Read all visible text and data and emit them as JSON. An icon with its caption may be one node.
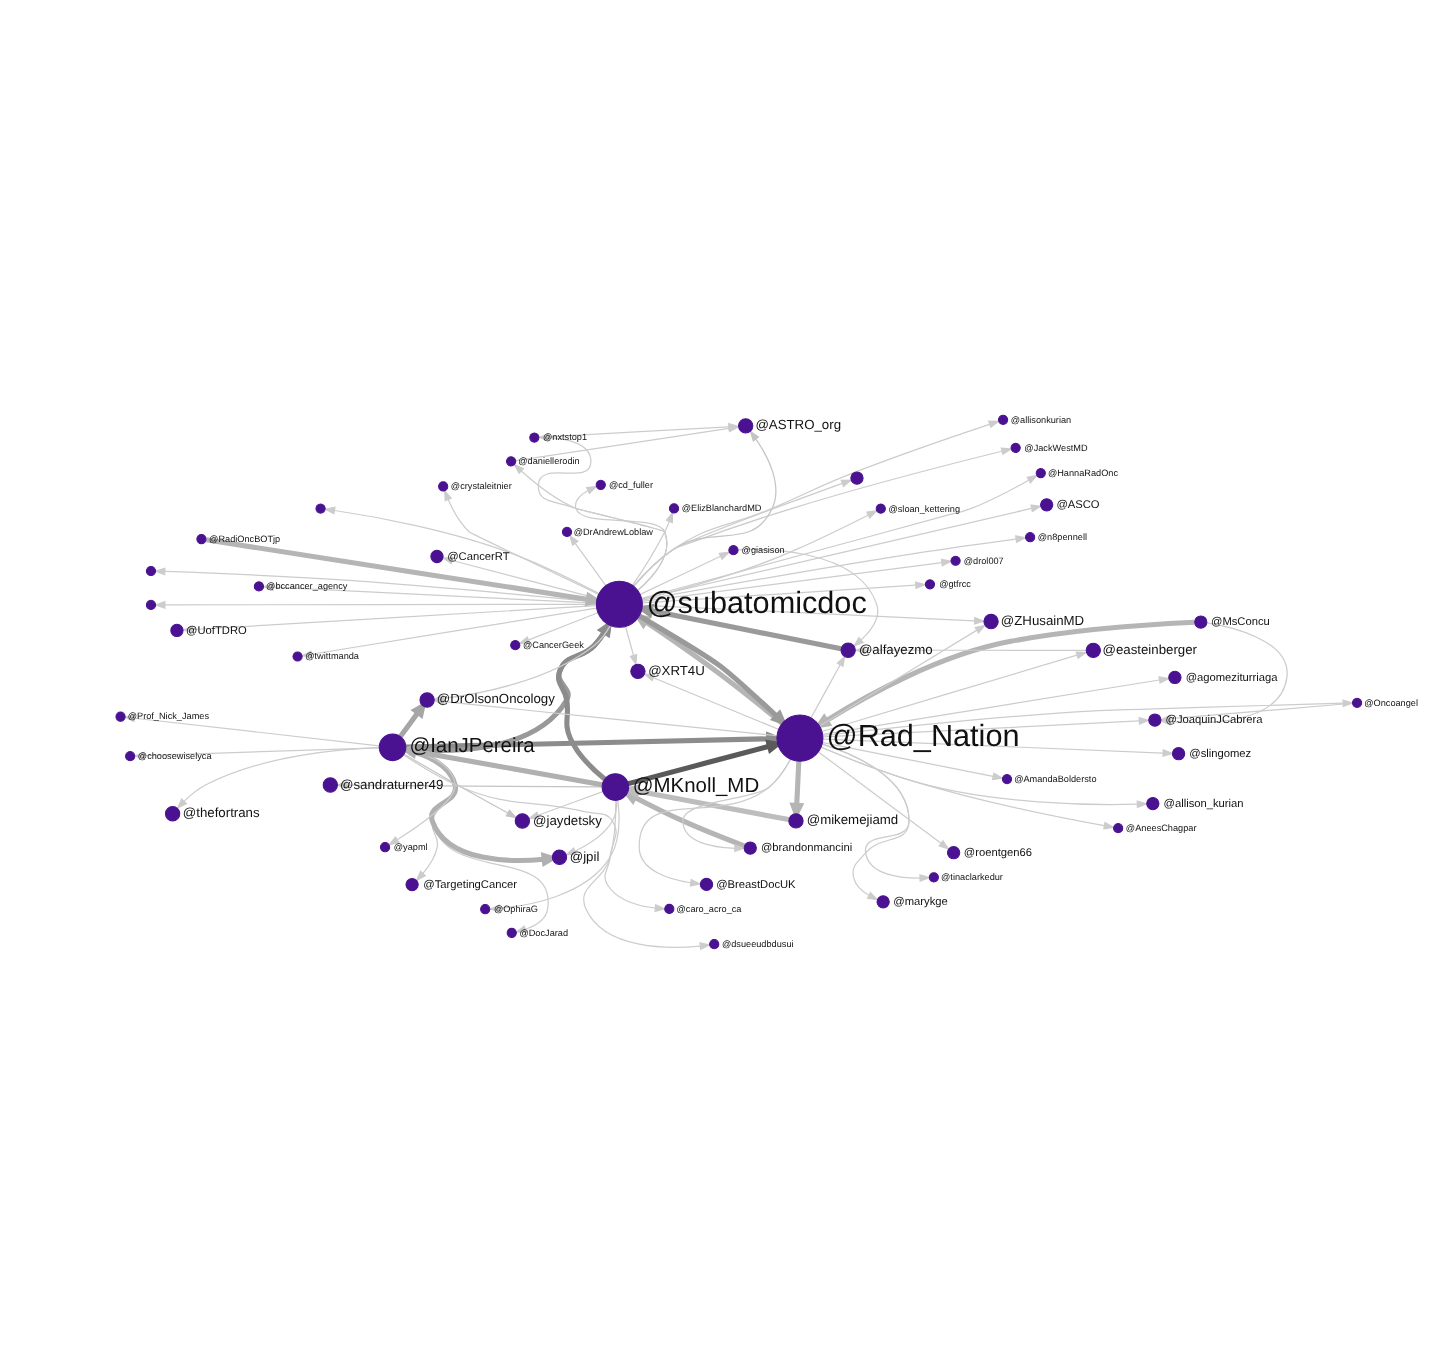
{
  "diagram": {
    "nodes": [
      {
        "text": [
          "@sandraturner49"
        ]
      },
      {
        "text": [
          "@DocJarad"
        ]
      },
      {
        "text": [
          "@TargetingCancer"
        ]
      },
      {
        "text": [
          "@jaydetsky"
        ]
      },
      {
        "text": [
          "@AneesChagpar"
        ]
      },
      {
        "text": [
          "@thefortrans"
        ]
      },
      {
        "text": [
          "@OphiraG"
        ]
      },
      {
        "text": [
          "@jpil"
        ]
      },
      {
        "text": [
          "@yapml"
        ]
      },
      {
        "text": [
          "@IanJPereira"
        ]
      },
      {
        "text": [
          "@brandonmancini"
        ]
      },
      {
        "text": [
          "@choosewiselyca"
        ]
      },
      {
        "text": [
          "@slingomez"
        ]
      },
      {
        "text": [
          "@caro_acro_ca"
        ]
      },
      {
        "text": [
          "@MKnoll_MD"
        ]
      },
      {
        "text": [
          "@mikemejiamd"
        ]
      },
      {
        "text": [
          "@dsueeudbdusui"
        ]
      },
      {
        "text": [
          "@Prof_Nick_James"
        ]
      },
      {
        "text": [
          "@BreastDocUK"
        ]
      },
      {
        "text": [
          "@DrOlsonOncology"
        ]
      },
      {
        "text": [
          "@bccancer_agency"
        ]
      },
      {
        "text": [
          "@tinaclarkedur"
        ]
      },
      {
        "text": [],
        "shape": "circle"
      },
      {
        "text": [
          "@ZHusainMD"
        ]
      },
      {
        "text": [
          "@XRT4U"
        ]
      },
      {
        "text": [
          "@CancerGeek"
        ]
      },
      {
        "text": [
          "@MsConcu"
        ]
      },
      {
        "text": [
          "@Rad_Nation"
        ]
      },
      {
        "text": [
          "@twittmanda"
        ]
      },
      {
        "text": [
          "@n8pennell"
        ]
      },
      {
        "text": [
          "@ElizBlanchardMD"
        ]
      },
      {
        "text": [
          "@AmandaBoldersto"
        ]
      },
      {
        "text": [
          "@UofTDRO"
        ]
      },
      {
        "text": [
          "@DrAndrewLoblaw"
        ]
      },
      {
        "text": [
          "@JackWestMD"
        ]
      },
      {
        "text": [
          "@gtfrcc"
        ]
      },
      {
        "text": [
          "@Oncoangel"
        ]
      },
      {
        "text": [
          "@subatomicdoc"
        ]
      },
      {
        "text": [
          "@JoaquinJCabrera"
        ]
      },
      {
        "text": [
          "@RadiOncBOTjp"
        ]
      },
      {
        "text": [
          "@cd_fuller"
        ]
      },
      {
        "text": [
          "@crystaleitnier"
        ]
      },
      {
        "text": [
          "@CancerRT"
        ]
      },
      {
        "text": [
          "@agomeziturriaga"
        ]
      },
      {
        "text": [
          "@sloan_kettering"
        ]
      },
      {
        "text": [],
        "shape": "circle"
      },
      {
        "text": [
          "@allison_kurian"
        ]
      },
      {
        "text": [
          "@drol007"
        ]
      },
      {
        "text": [
          "@HannaRadOnc"
        ]
      },
      {
        "text": [
          "@ASCO"
        ]
      },
      {
        "text": [
          "@marykge"
        ]
      },
      {
        "text": [
          "@alfayezmo"
        ]
      },
      {
        "text": [
          "@ASTRO_org"
        ]
      },
      {
        "text": [
          "@nxtstop1"
        ]
      },
      {
        "text": [
          "@allisonkurian"
        ]
      },
      {
        "text": [
          "@roentgen66"
        ]
      },
      {
        "text": [],
        "shape": "circle"
      },
      {
        "text": [
          "@daniellerodin"
        ]
      },
      {
        "text": [
          "@easteinberger"
        ]
      },
      {
        "text": [],
        "shape": "circle"
      },
      {
        "text": [
          "@giasison"
        ]
      }
    ],
    "edges": [
      {
        "from": 14,
        "to": 27,
        "arrow": "to",
        "style": "thick",
        "color": "#5a5a5a"
      },
      {
        "from": 9,
        "to": 27,
        "arrow": "to",
        "style": "thick",
        "color": "#8c8c8c"
      },
      {
        "from": 9,
        "to": 37,
        "arrow": "to",
        "style": "thick",
        "color": "#999999"
      },
      {
        "from": 14,
        "to": 37,
        "arrow": "to",
        "style": "thick",
        "color": "#8c8c8c"
      },
      {
        "from": 14,
        "to": 9,
        "arrow": "to",
        "style": "thick",
        "color": "#b0b0b0"
      },
      {
        "from": 9,
        "to": 7,
        "arrow": "to",
        "style": "thick",
        "color": "#b0b0b0"
      },
      {
        "from": 37,
        "to": 27,
        "arrow": "to",
        "style": "thick",
        "color": "#9a9a9a"
      },
      {
        "from": 27,
        "to": 37,
        "arrow": "to",
        "style": "thick",
        "color": "#b5b5b5"
      },
      {
        "from": 51,
        "to": 37,
        "arrow": "to",
        "style": "thick",
        "color": "#9a9a9a"
      },
      {
        "from": 9,
        "to": 19,
        "arrow": "to",
        "style": "thick",
        "color": "#a6a6a6"
      },
      {
        "from": 27,
        "to": 15,
        "arrow": "to",
        "style": "thick",
        "color": "#b5b5b5"
      },
      {
        "from": 26,
        "to": 27,
        "arrow": "to",
        "style": "thick",
        "color": "#b5b5b5"
      },
      {
        "from": 10,
        "to": 14,
        "arrow": "to",
        "style": "thick",
        "color": "#b5b5b5"
      },
      {
        "from": 15,
        "to": 14,
        "arrow": "to",
        "style": "thick",
        "color": "#bdbdbd"
      },
      {
        "from": 14,
        "to": 0,
        "arrow": "to",
        "color": "#c4c4c4"
      },
      {
        "from": 39,
        "to": 37,
        "arrow": "to",
        "style": "thick",
        "color": "#b5b5b5"
      },
      {
        "from": 37,
        "to": 52,
        "arrow": "to",
        "color": "#c4c4c4"
      },
      {
        "from": 9,
        "to": 3,
        "arrow": "to",
        "color": "#c4c4c4"
      },
      {
        "from": 9,
        "to": 1,
        "arrow": "to"
      },
      {
        "from": 9,
        "to": 2,
        "arrow": "to"
      },
      {
        "from": 14,
        "to": 3,
        "arrow": "to"
      },
      {
        "from": 27,
        "to": 4,
        "arrow": "to"
      },
      {
        "from": 9,
        "to": 5,
        "arrow": "to"
      },
      {
        "from": 14,
        "to": 6,
        "arrow": "to"
      },
      {
        "from": 14,
        "to": 7,
        "arrow": "to"
      },
      {
        "from": 9,
        "to": 8,
        "arrow": "to"
      },
      {
        "from": 27,
        "to": 10,
        "arrow": "to"
      },
      {
        "from": 9,
        "to": 11,
        "arrow": "to"
      },
      {
        "from": 27,
        "to": 12,
        "arrow": "to"
      },
      {
        "from": 9,
        "to": 13,
        "arrow": "to"
      },
      {
        "from": 14,
        "to": 16,
        "arrow": "to"
      },
      {
        "from": 9,
        "to": 17,
        "arrow": "to"
      },
      {
        "from": 27,
        "to": 18,
        "arrow": "to"
      },
      {
        "from": 27,
        "to": 19,
        "arrow": "to"
      },
      {
        "from": 37,
        "to": 20,
        "arrow": "to"
      },
      {
        "from": 27,
        "to": 21,
        "arrow": "to"
      },
      {
        "from": 37,
        "to": 22,
        "arrow": "to"
      },
      {
        "from": 27,
        "to": 23,
        "arrow": "to"
      },
      {
        "from": 37,
        "to": 24,
        "arrow": "to"
      },
      {
        "from": 37,
        "to": 25,
        "arrow": "to"
      },
      {
        "from": 37,
        "to": 28,
        "arrow": "to"
      },
      {
        "from": 37,
        "to": 29,
        "arrow": "to"
      },
      {
        "from": 37,
        "to": 30,
        "arrow": "to"
      },
      {
        "from": 27,
        "to": 31,
        "arrow": "to"
      },
      {
        "from": 37,
        "to": 32,
        "arrow": "to"
      },
      {
        "from": 37,
        "to": 33,
        "arrow": "to"
      },
      {
        "from": 37,
        "to": 34,
        "arrow": "to"
      },
      {
        "from": 37,
        "to": 35,
        "arrow": "to"
      },
      {
        "from": 36,
        "to": 38,
        "arrow": "to"
      },
      {
        "from": 27,
        "to": 36,
        "arrow": "to"
      },
      {
        "from": 27,
        "to": 38,
        "arrow": "to"
      },
      {
        "from": 26,
        "to": 38,
        "arrow": "to"
      },
      {
        "from": 37,
        "to": 40,
        "arrow": "to"
      },
      {
        "from": 37,
        "to": 41,
        "arrow": "to"
      },
      {
        "from": 37,
        "to": 42,
        "arrow": "to"
      },
      {
        "from": 27,
        "to": 43,
        "arrow": "to"
      },
      {
        "from": 37,
        "to": 44,
        "arrow": "to"
      },
      {
        "from": 37,
        "to": 45,
        "arrow": "to"
      },
      {
        "from": 27,
        "to": 46,
        "arrow": "to"
      },
      {
        "from": 37,
        "to": 47,
        "arrow": "to"
      },
      {
        "from": 37,
        "to": 48,
        "arrow": "to"
      },
      {
        "from": 37,
        "to": 49,
        "arrow": "to"
      },
      {
        "from": 27,
        "to": 50,
        "arrow": "to"
      },
      {
        "from": 27,
        "to": 51,
        "arrow": "to"
      },
      {
        "from": 53,
        "to": 52,
        "arrow": "to"
      },
      {
        "from": 37,
        "to": 54,
        "arrow": "to"
      },
      {
        "from": 27,
        "to": 55,
        "arrow": "to"
      },
      {
        "from": 37,
        "to": 56,
        "arrow": "to"
      },
      {
        "from": 57,
        "to": 52,
        "arrow": "to"
      },
      {
        "from": 58,
        "to": 51,
        "arrow": "to"
      },
      {
        "from": 37,
        "to": 59,
        "arrow": "to"
      },
      {
        "from": 60,
        "to": 51,
        "arrow": "to"
      },
      {
        "from": 37,
        "to": 19,
        "arrow": "to"
      },
      {
        "from": 37,
        "to": 23,
        "arrow": "to"
      },
      {
        "from": 27,
        "to": 24,
        "arrow": "to"
      },
      {
        "from": 37,
        "to": 53,
        "arrow": "to"
      },
      {
        "from": 37,
        "to": 57,
        "arrow": "to"
      },
      {
        "from": 27,
        "to": 58,
        "arrow": "to"
      },
      {
        "from": 37,
        "to": 60,
        "arrow": "to"
      }
    ]
  }
}
